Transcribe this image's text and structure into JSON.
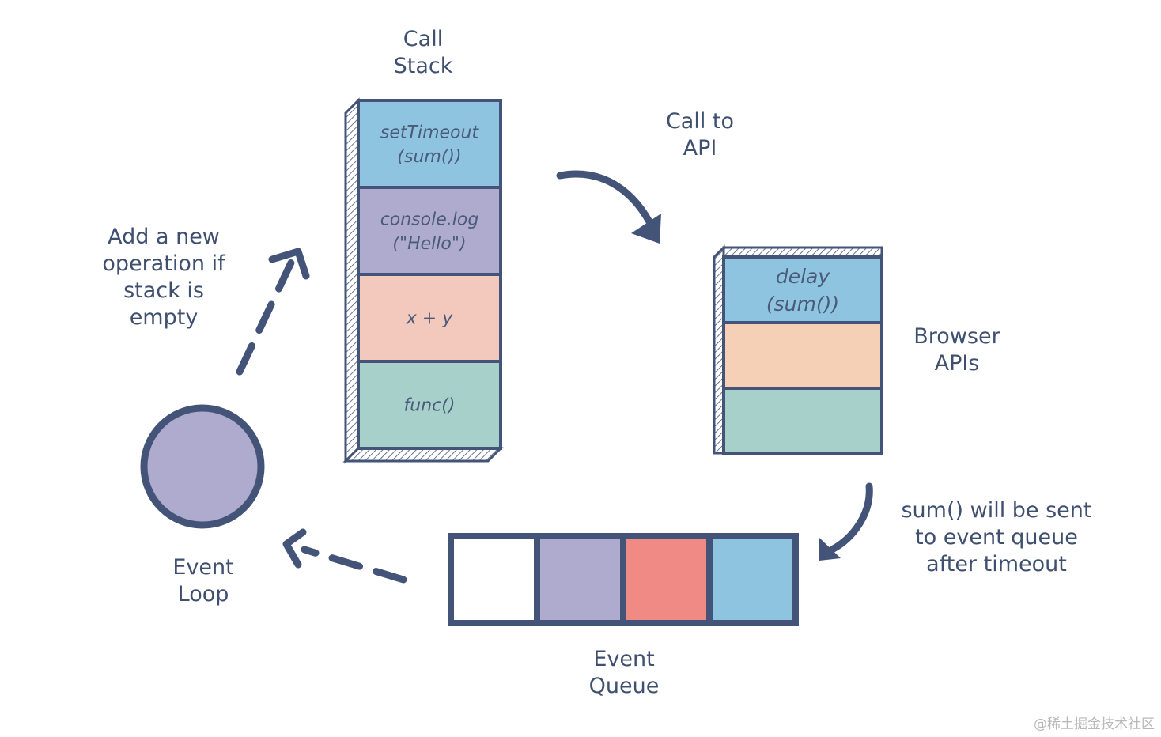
{
  "colors": {
    "ink": "#435478",
    "blue": "#8ec4df",
    "purple": "#afabce",
    "pink": "#f3c8bd",
    "teal": "#a6d0c9",
    "peach": "#f6d0b6",
    "coral": "#ef8b84",
    "white": "#ffffff"
  },
  "labels": {
    "call_stack": "Call\nStack",
    "call_to_api": "Call to\nAPI",
    "browser_apis": "Browser\nAPIs",
    "add_new_operation": "Add a new\noperation if\nstack is\nempty",
    "event_loop": "Event\nLoop",
    "event_queue": "Event\nQueue",
    "sent_to_queue": "sum() will be sent\nto event queue\nafter timeout"
  },
  "call_stack": {
    "cells": [
      {
        "line1": "setTimeout",
        "line2": "(sum())",
        "color": "#8ec4df"
      },
      {
        "line1": "console.log",
        "line2": "(\"Hello\")",
        "color": "#afabce"
      },
      {
        "line1": "x + y",
        "line2": "",
        "color": "#f3c8bd"
      },
      {
        "line1": "func()",
        "line2": "",
        "color": "#a6d0c9"
      }
    ]
  },
  "browser_apis": {
    "cells": [
      {
        "line1": "delay",
        "line2": "(sum())",
        "color": "#8ec4df"
      },
      {
        "line1": "",
        "line2": "",
        "color": "#f6d0b6"
      },
      {
        "line1": "",
        "line2": "",
        "color": "#a6d0c9"
      }
    ]
  },
  "event_queue": {
    "slots": [
      "#ffffff",
      "#afabce",
      "#ef8b84",
      "#8ec4df"
    ]
  },
  "event_loop": {
    "color": "#afabce"
  },
  "watermark": "@稀土掘金技术社区"
}
